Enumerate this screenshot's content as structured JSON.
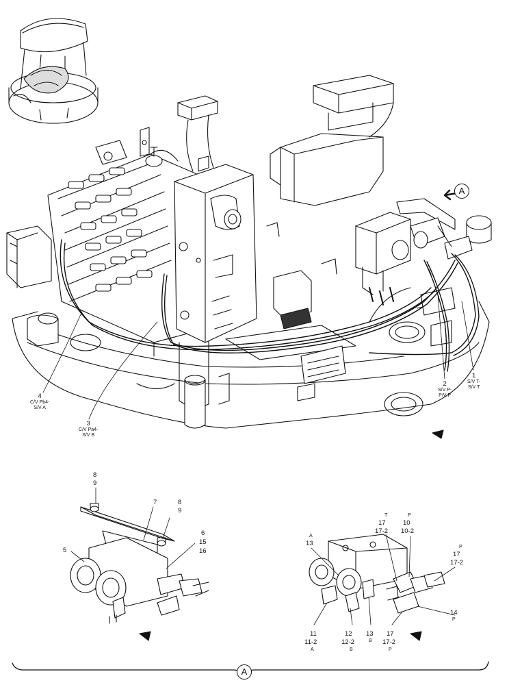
{
  "view_marker": "A",
  "callouts": {
    "c1": {
      "num": "1",
      "text": "S/V T-\nS/V T"
    },
    "c2": {
      "num": "2",
      "text": "S/V P-\nP/V P"
    },
    "c3": {
      "num": "3",
      "text": "C/V Pa4-\nS/V B"
    },
    "c4": {
      "num": "4",
      "text": "C/V Pb4-\nS/V A"
    }
  },
  "detail_left": {
    "n8a": "8",
    "n9a": "9",
    "n7": "7",
    "n8b": "8",
    "n9b": "9",
    "n6": "6",
    "n15": "15",
    "n16": "16",
    "n5": "5"
  },
  "detail_right": {
    "t_top": "T",
    "p_top": "P",
    "n17a": "17",
    "n17_2a": "17-2",
    "n10": "10",
    "n10_2": "10-2",
    "a_top": "A",
    "n13a": "13",
    "p_right": "P",
    "n17b": "17",
    "n17_2b": "17-2",
    "n14": "14",
    "p14": "P",
    "n11": "11",
    "n11_2": "11-2",
    "a_bot": "A",
    "n12": "12",
    "n12_2": "12-2",
    "b_bot": "B",
    "n13b": "13",
    "b13": "B",
    "n17c": "17",
    "n17_2c": "17-2",
    "p_bot": "P"
  }
}
